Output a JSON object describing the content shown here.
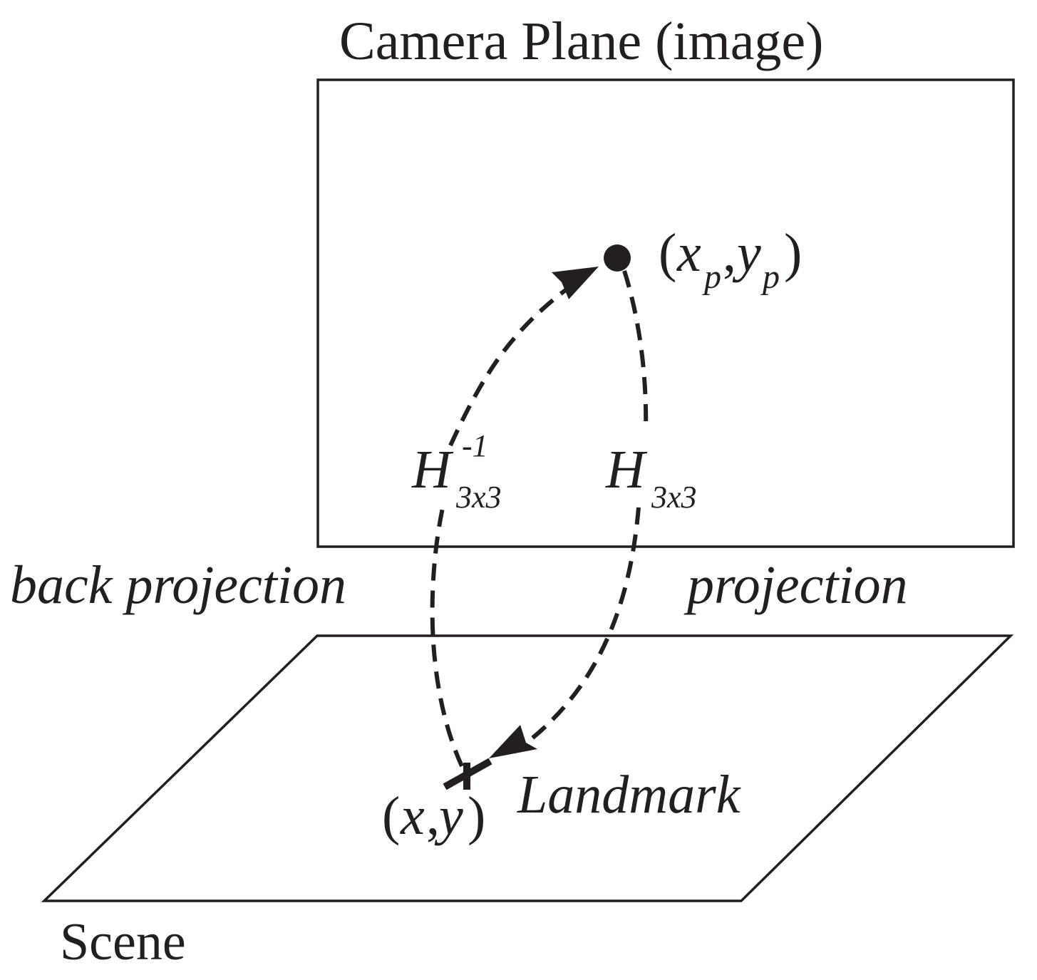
{
  "diagram": {
    "camera_plane_title": "Camera Plane (image)",
    "scene_label": "Scene",
    "back_projection_label": "back projection",
    "projection_label": "projection",
    "landmark_label": "Landmark",
    "image_point": {
      "open": "(",
      "x": "x",
      "x_sub": "p",
      "comma": ",",
      "y": "y",
      "y_sub": "p",
      "close": ")"
    },
    "scene_point": {
      "open": "(",
      "x": "x",
      "comma": ",",
      "y": "y",
      "close": ")"
    },
    "inverse_homography": {
      "symbol": "H",
      "superscript": "-1",
      "subscript": "3x3"
    },
    "homography": {
      "symbol": "H",
      "subscript": "3x3"
    }
  }
}
